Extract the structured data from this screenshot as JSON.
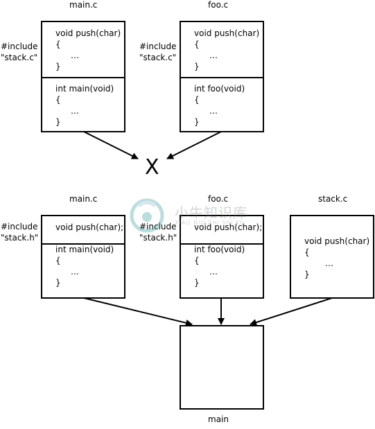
{
  "top": {
    "left_file": {
      "title": "main.c",
      "include": [
        "#include",
        "\"stack.c\""
      ],
      "push_def": [
        "void push(char)",
        "{",
        "…",
        "}"
      ],
      "main_def": [
        "int main(void)",
        "{",
        "…",
        "}"
      ]
    },
    "right_file": {
      "title": "foo.c",
      "include": [
        "#include",
        "\"stack.c\""
      ],
      "push_def": [
        "void push(char)",
        "{",
        "…",
        "}"
      ],
      "foo_def": [
        "int foo(void)",
        "{",
        "…",
        "}"
      ]
    },
    "result_mark": "X"
  },
  "bottom": {
    "left_file": {
      "title": "main.c",
      "include": [
        "#include",
        "\"stack.h\""
      ],
      "push_decl": "void push(char);",
      "main_def": [
        "int main(void)",
        "{",
        "…",
        "}"
      ]
    },
    "middle_file": {
      "title": "foo.c",
      "include": [
        "#include",
        "\"stack.h\""
      ],
      "push_decl": "void push(char);",
      "foo_def": [
        "int foo(void)",
        "{",
        "…",
        "}"
      ]
    },
    "right_file": {
      "title": "stack.c",
      "push_def": [
        "void push(char)",
        "{",
        "…",
        "}"
      ]
    },
    "output_label": "main"
  },
  "watermark": {
    "text": "小牛知识库",
    "subtext": "XIAO NIU ZHI SHI KU"
  },
  "colors": {
    "stroke": "#000000",
    "background": "#ffffff",
    "watermark_teal": "#3aa3a0"
  }
}
